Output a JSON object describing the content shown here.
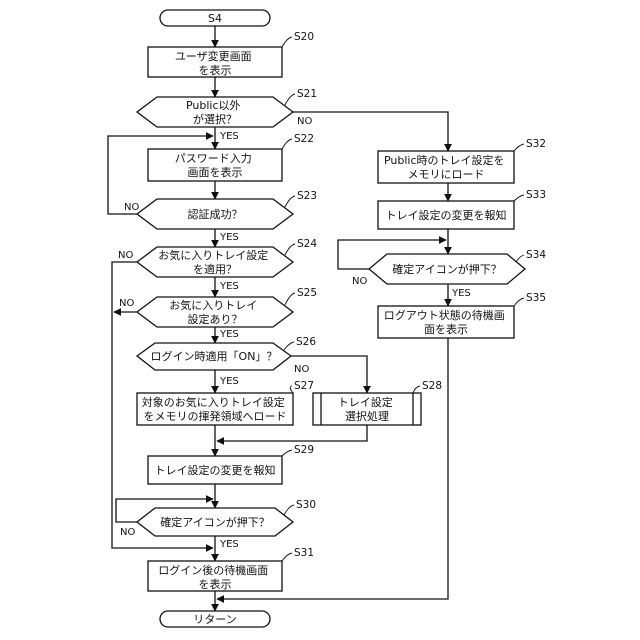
{
  "nodes": {
    "start": "S4",
    "s20": [
      "ユーザ変更画面",
      "を表示"
    ],
    "s21": [
      "Public以外",
      "が選択？"
    ],
    "s22": [
      "パスワード入力",
      "画面を表示"
    ],
    "s23": [
      "認証成功？"
    ],
    "s24": [
      "お気に入りトレイ設定",
      "を適用？"
    ],
    "s25": [
      "お気に入りトレイ",
      "設定あり？"
    ],
    "s26": [
      "ログイン時適用「ON」？"
    ],
    "s27": [
      "対象のお気に入りトレイ設定",
      "をメモリの揮発領域へロード"
    ],
    "s28": [
      "トレイ設定",
      "選択処理"
    ],
    "s29": [
      "トレイ設定の変更を報知"
    ],
    "s30": [
      "確定アイコンが押下？"
    ],
    "s31": [
      "ログイン後の待機画面",
      "を表示"
    ],
    "s32": [
      "Public時のトレイ設定を",
      "メモリにロード"
    ],
    "s33": [
      "トレイ設定の変更を報知"
    ],
    "s34": [
      "確定アイコンが押下？"
    ],
    "s35": [
      "ログアウト状態の待機画",
      "面を表示"
    ],
    "end": "リターン"
  },
  "step_ids": {
    "s20": "S20",
    "s21": "S21",
    "s22": "S22",
    "s23": "S23",
    "s24": "S24",
    "s25": "S25",
    "s26": "S26",
    "s27": "S27",
    "s28": "S28",
    "s29": "S29",
    "s30": "S30",
    "s31": "S31",
    "s32": "S32",
    "s33": "S33",
    "s34": "S34",
    "s35": "S35"
  },
  "branches": {
    "yes": "YES",
    "no": "NO"
  }
}
